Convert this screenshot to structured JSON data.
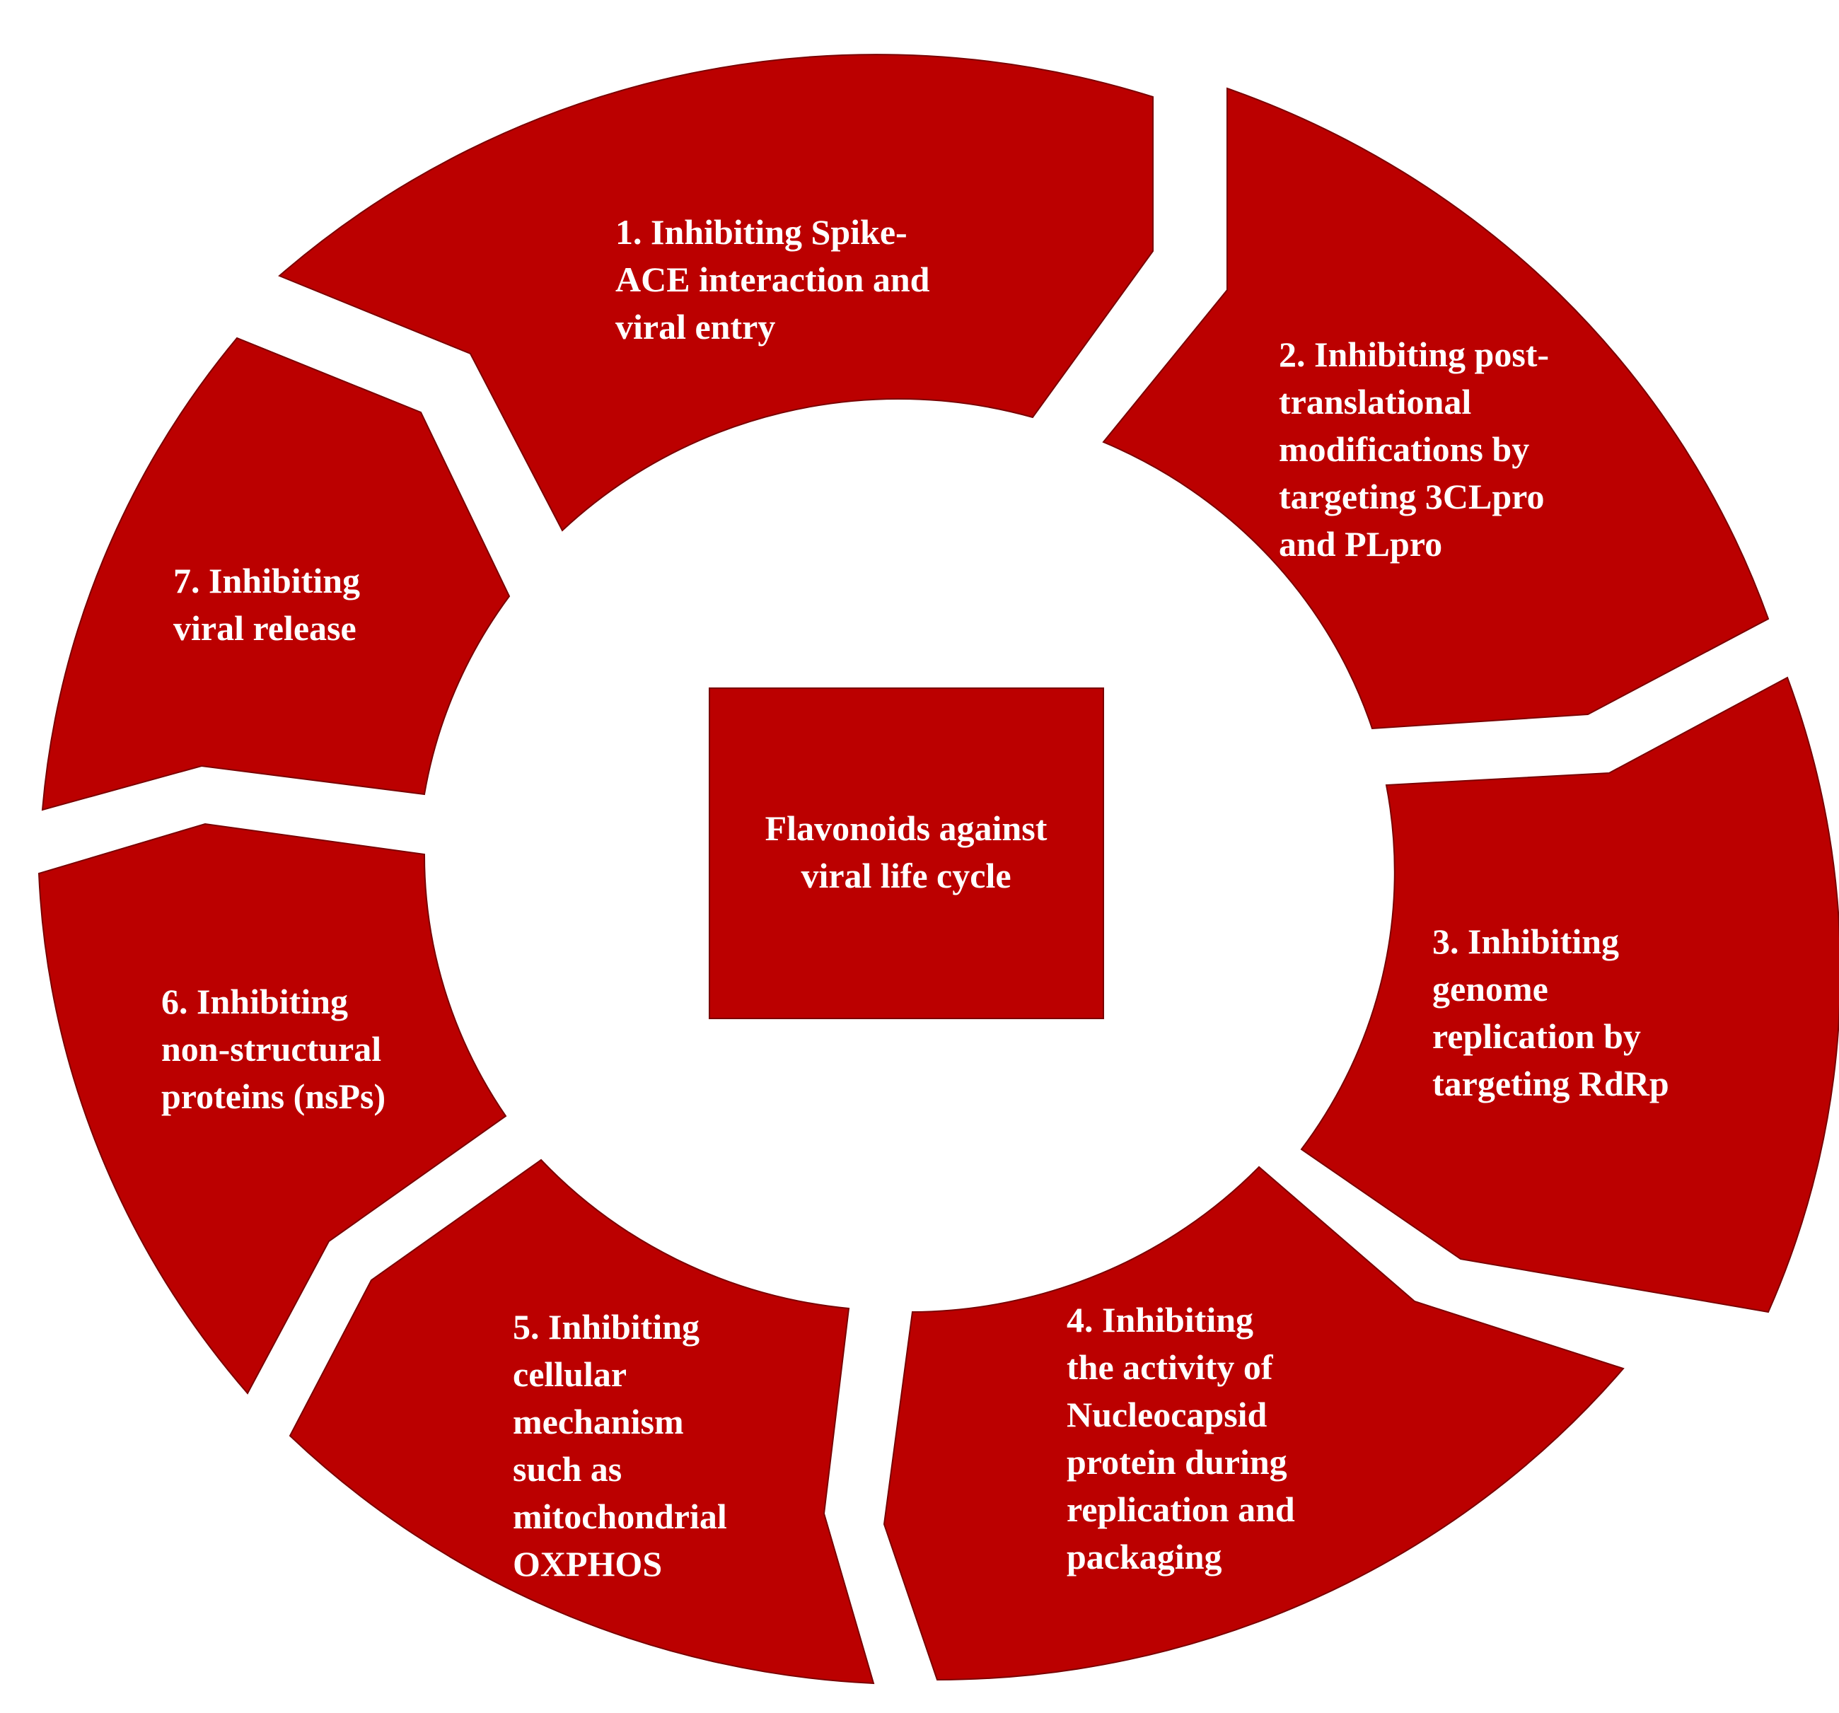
{
  "colors": {
    "segment_fill": "#bb0000",
    "segment_stroke": "#7a0000",
    "background": "#ffffff",
    "text": "#ffffff"
  },
  "center": {
    "lines": [
      "Flavonoids against",
      "viral life cycle"
    ]
  },
  "segments": [
    {
      "id": 1,
      "lines": [
        "1. Inhibiting Spike-",
        "ACE interaction and",
        "viral entry"
      ]
    },
    {
      "id": 2,
      "lines": [
        "2. Inhibiting post-",
        "translational",
        "modifications by",
        "targeting 3CLpro",
        "and PLpro"
      ]
    },
    {
      "id": 3,
      "lines": [
        "3. Inhibiting",
        "genome",
        "replication by",
        "targeting RdRp"
      ]
    },
    {
      "id": 4,
      "lines": [
        "4. Inhibiting",
        "the activity of",
        "Nucleocapsid",
        "protein during",
        "replication and",
        "packaging"
      ]
    },
    {
      "id": 5,
      "lines": [
        "5. Inhibiting",
        "cellular",
        "mechanism",
        "such as",
        "mitochondrial",
        "OXPHOS"
      ]
    },
    {
      "id": 6,
      "lines": [
        "6. Inhibiting",
        "non-structural",
        "proteins (nsPs)"
      ]
    },
    {
      "id": 7,
      "lines": [
        "7. Inhibiting",
        "viral release"
      ]
    }
  ]
}
